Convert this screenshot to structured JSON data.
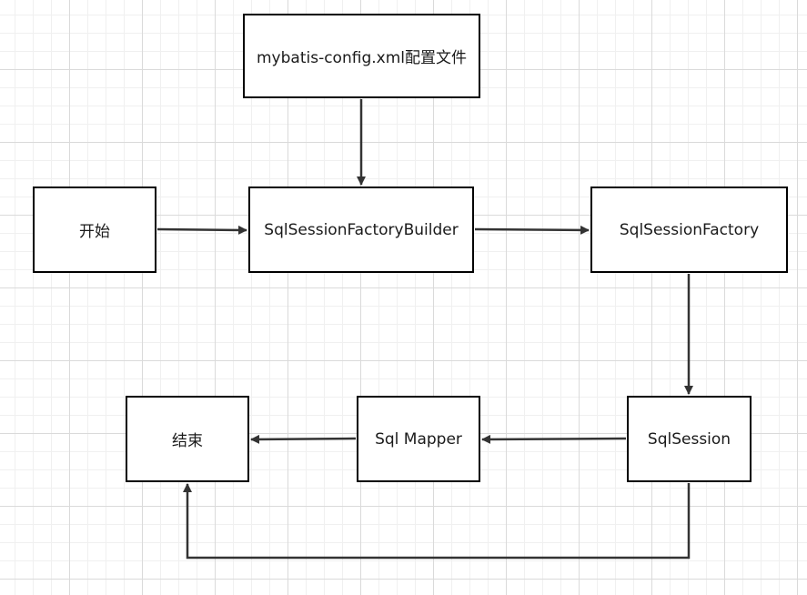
{
  "diagram": {
    "nodes": {
      "config": "mybatis-config.xml配置文件",
      "start": "开始",
      "builder": "SqlSessionFactoryBuilder",
      "factory": "SqlSessionFactory",
      "session": "SqlSession",
      "mapper": "Sql Mapper",
      "end": "结束"
    },
    "edges": [
      {
        "from": "config",
        "to": "builder"
      },
      {
        "from": "start",
        "to": "builder"
      },
      {
        "from": "builder",
        "to": "factory"
      },
      {
        "from": "factory",
        "to": "session"
      },
      {
        "from": "session",
        "to": "mapper"
      },
      {
        "from": "mapper",
        "to": "end"
      },
      {
        "from": "session",
        "to": "end"
      }
    ],
    "colors": {
      "stroke": "#000000",
      "connector": "#333333",
      "grid": "#dadada",
      "background": "#ffffff"
    }
  }
}
